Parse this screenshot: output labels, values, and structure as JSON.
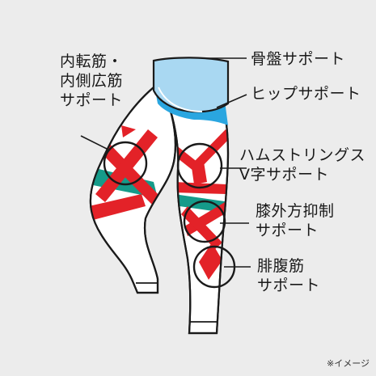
{
  "labels": {
    "adductor": "内転筋・\n内側広筋\nサポート",
    "pelvis": "骨盤サポート",
    "hip": "ヒップサポート",
    "hamstring": "ハムストリングス\nV字サポート",
    "knee": "膝外方抑制\nサポート",
    "calf": "腓腹筋\nサポート"
  },
  "note": "※イメージ",
  "colors": {
    "background": "#ececec",
    "legging": "#ffffff",
    "waistband": "#a9d8f2",
    "hip_panel": "#2aa6e0",
    "support_red": "#e32228",
    "support_teal": "#159b8a",
    "outline": "#1a1a1a"
  }
}
